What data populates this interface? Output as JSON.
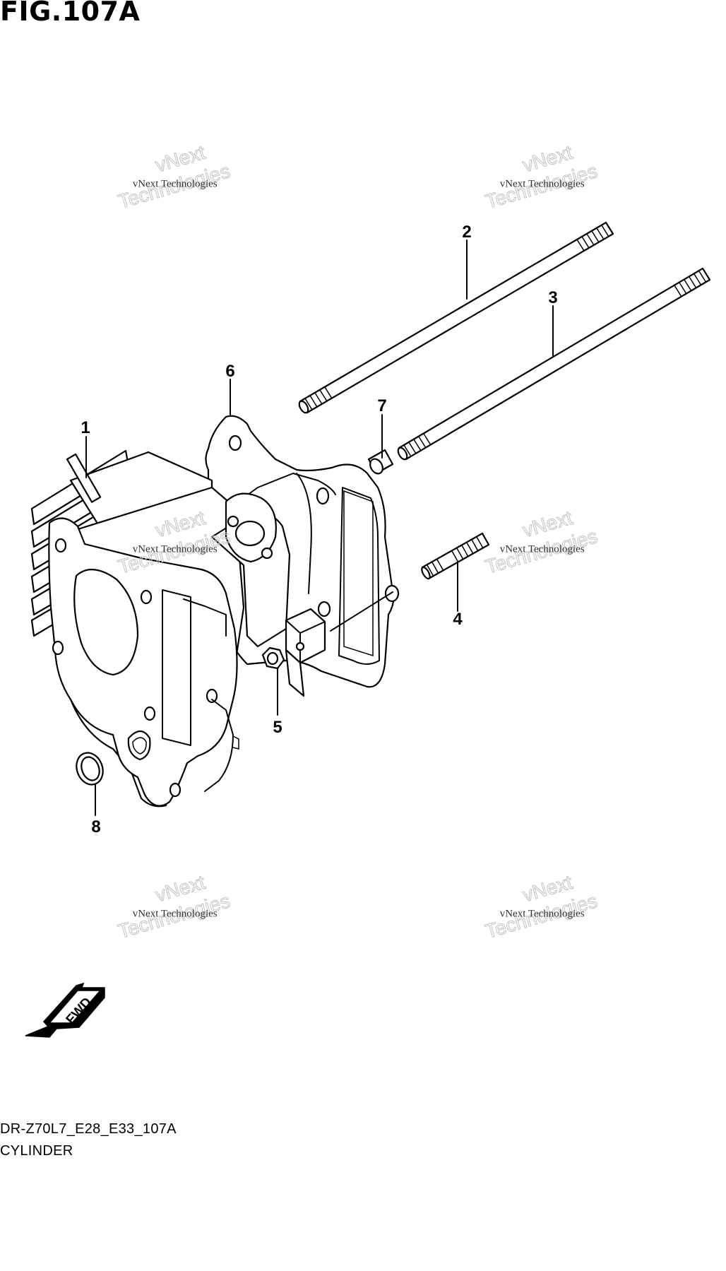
{
  "figure": {
    "title": "FIG.107A",
    "diagram_code": "DR-Z70L7_E28_E33_107A",
    "diagram_name": "CYLINDER"
  },
  "callouts": [
    "1",
    "2",
    "3",
    "4",
    "5",
    "6",
    "7",
    "8"
  ],
  "direction_arrow": {
    "label": "FWD"
  },
  "watermark": {
    "big_text_line1": "vNext",
    "big_text_line2": "Technologies",
    "small_text": "vNext Technologies"
  }
}
